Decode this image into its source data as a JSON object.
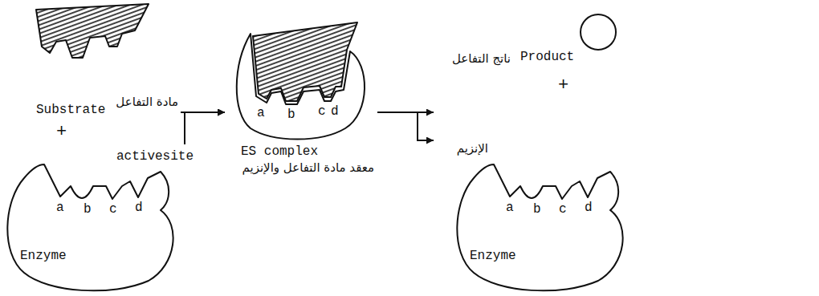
{
  "diagram": {
    "nodes": [
      {
        "text": [
          "Substrate",
          "مادة التفاعل"
        ]
      },
      {
        "text": [
          "a",
          "b",
          "c",
          "d",
          "Enzyme"
        ]
      },
      {
        "text": [
          "a",
          "b",
          "c",
          "d",
          "ES complex",
          "معقد مادة التفاعل والإنزيم"
        ]
      },
      {
        "text": [
          "ناتج التفاعل",
          "Product"
        ]
      },
      {
        "text": [
          "a",
          "b",
          "c",
          "d",
          "Enzyme",
          "الإنزيم"
        ]
      }
    ],
    "edges": [
      {
        "from": 0,
        "to": 2,
        "arrow": "to"
      },
      {
        "from": 1,
        "to": 2,
        "arrow": "to"
      },
      {
        "from": 2,
        "to": 3,
        "arrow": "to"
      },
      {
        "from": 2,
        "to": 4,
        "arrow": "to"
      }
    ],
    "labels": [
      "+",
      "activesite",
      "+"
    ]
  }
}
